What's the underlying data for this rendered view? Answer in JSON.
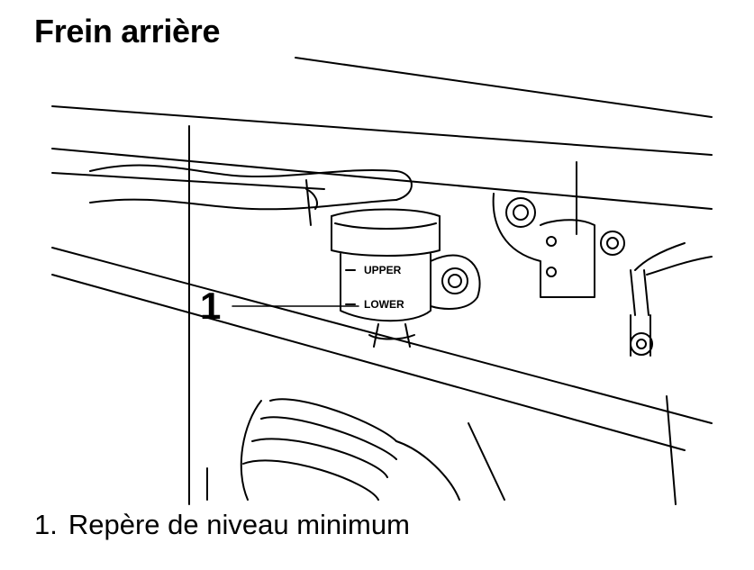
{
  "title": "Frein arrière",
  "illustration": {
    "callout_number": "1",
    "reservoir_marks": {
      "upper": "UPPER",
      "lower": "LOWER"
    }
  },
  "caption": {
    "number": "1.",
    "text": "Repère de niveau minimum"
  }
}
